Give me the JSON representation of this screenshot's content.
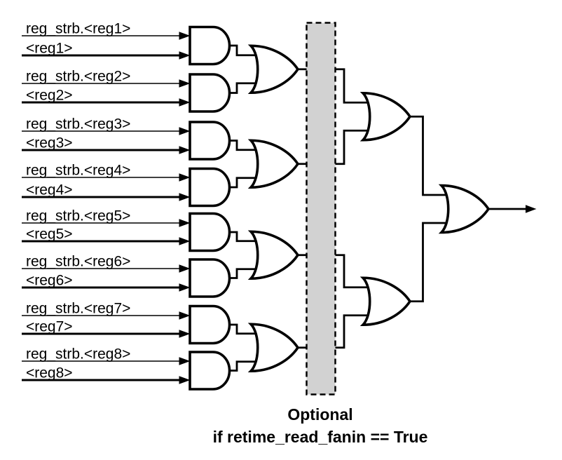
{
  "figure": {
    "inputs": [
      {
        "strobe": "reg_strb.<reg1>",
        "value": "<reg1>"
      },
      {
        "strobe": "reg_strb.<reg2>",
        "value": "<reg2>"
      },
      {
        "strobe": "reg_strb.<reg3>",
        "value": "<reg3>"
      },
      {
        "strobe": "reg_strb.<reg4>",
        "value": "<reg4>"
      },
      {
        "strobe": "reg_strb.<reg5>",
        "value": "<reg5>"
      },
      {
        "strobe": "reg_strb.<reg6>",
        "value": "<reg6>"
      },
      {
        "strobe": "reg_strb.<reg7>",
        "value": "<reg7>"
      },
      {
        "strobe": "reg_strb.<reg8>",
        "value": "<reg8>"
      }
    ],
    "caption": {
      "line1": "Optional",
      "line2": "if retime_read_fanin == True"
    },
    "colors": {
      "line": "#000000",
      "gate_fill": "#ffffff",
      "optional_bar_fill": "#d2d2d2",
      "background": "#ffffff"
    }
  }
}
